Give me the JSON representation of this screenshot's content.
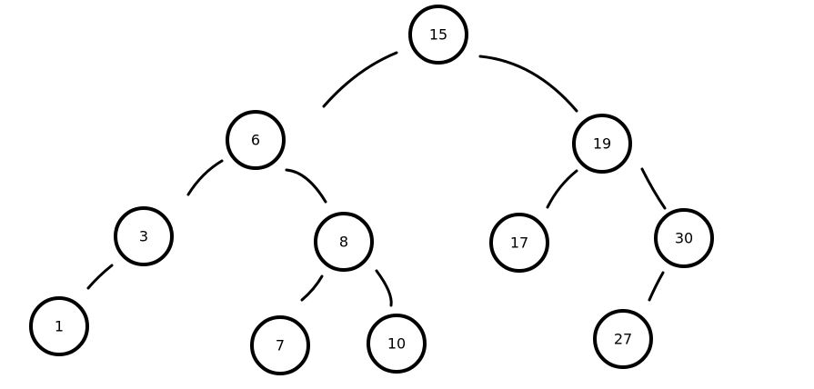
{
  "tree": {
    "nodes": [
      {
        "id": "n15",
        "label": "15"
      },
      {
        "id": "n6",
        "label": "6"
      },
      {
        "id": "n19",
        "label": "19"
      },
      {
        "id": "n3",
        "label": "3"
      },
      {
        "id": "n8",
        "label": "8"
      },
      {
        "id": "n17",
        "label": "17"
      },
      {
        "id": "n30",
        "label": "30"
      },
      {
        "id": "n1",
        "label": "1"
      },
      {
        "id": "n7",
        "label": "7"
      },
      {
        "id": "n10",
        "label": "10"
      },
      {
        "id": "n27",
        "label": "27"
      }
    ],
    "edges": [
      {
        "from": "n15",
        "to": "n6"
      },
      {
        "from": "n15",
        "to": "n19"
      },
      {
        "from": "n6",
        "to": "n3"
      },
      {
        "from": "n6",
        "to": "n8"
      },
      {
        "from": "n19",
        "to": "n17"
      },
      {
        "from": "n19",
        "to": "n30"
      },
      {
        "from": "n3",
        "to": "n1"
      },
      {
        "from": "n8",
        "to": "n7"
      },
      {
        "from": "n8",
        "to": "n10"
      },
      {
        "from": "n30",
        "to": "n27"
      }
    ]
  }
}
